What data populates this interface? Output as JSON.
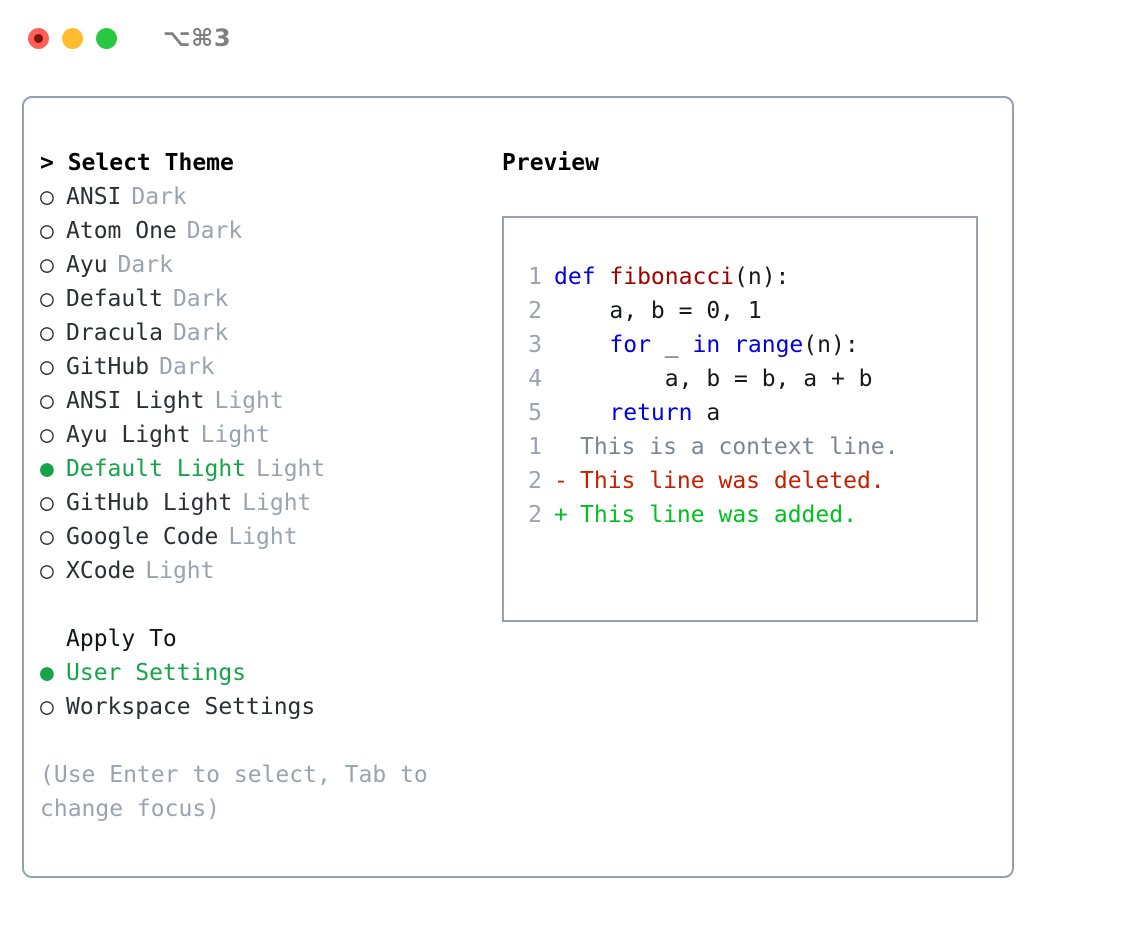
{
  "titlebar": {
    "shortcut": "⌥⌘3",
    "lights": [
      {
        "name": "close",
        "color": "#ff5f57"
      },
      {
        "name": "minimize",
        "color": "#ffbd2e"
      },
      {
        "name": "maximize",
        "color": "#28c840"
      }
    ]
  },
  "theme_picker": {
    "header": "> Select Theme",
    "marker_selected": "●",
    "marker_unselected": "○",
    "items": [
      {
        "label": "ANSI",
        "tag": "Dark",
        "selected": false
      },
      {
        "label": "Atom One",
        "tag": "Dark",
        "selected": false
      },
      {
        "label": "Ayu",
        "tag": "Dark",
        "selected": false
      },
      {
        "label": "Default",
        "tag": "Dark",
        "selected": false
      },
      {
        "label": "Dracula",
        "tag": "Dark",
        "selected": false
      },
      {
        "label": "GitHub",
        "tag": "Dark",
        "selected": false
      },
      {
        "label": "ANSI Light",
        "tag": "Light",
        "selected": false
      },
      {
        "label": "Ayu Light",
        "tag": "Light",
        "selected": false
      },
      {
        "label": "Default Light",
        "tag": "Light",
        "selected": true
      },
      {
        "label": "GitHub Light",
        "tag": "Light",
        "selected": false
      },
      {
        "label": "Google Code",
        "tag": "Light",
        "selected": false
      },
      {
        "label": "XCode",
        "tag": "Light",
        "selected": false
      }
    ]
  },
  "apply_to": {
    "header": "Apply To",
    "items": [
      {
        "label": "User Settings",
        "selected": true
      },
      {
        "label": "Workspace Settings",
        "selected": false
      }
    ]
  },
  "hint": "(Use Enter to select, Tab to change focus)",
  "preview": {
    "title": "Preview",
    "code_lines": [
      {
        "number": "1",
        "tokens": [
          {
            "text": "def ",
            "kind": "kw"
          },
          {
            "text": "fibonacci",
            "kind": "fn"
          },
          {
            "text": "(n):",
            "kind": "txt"
          }
        ]
      },
      {
        "number": "2",
        "tokens": [
          {
            "text": "    a, b = 0, 1",
            "kind": "txt"
          }
        ]
      },
      {
        "number": "3",
        "tokens": [
          {
            "text": "    ",
            "kind": "txt"
          },
          {
            "text": "for",
            "kind": "kw"
          },
          {
            "text": " _ ",
            "kind": "txt"
          },
          {
            "text": "in",
            "kind": "kw"
          },
          {
            "text": " ",
            "kind": "txt"
          },
          {
            "text": "range",
            "kind": "kw"
          },
          {
            "text": "(n):",
            "kind": "txt"
          }
        ]
      },
      {
        "number": "4",
        "tokens": [
          {
            "text": "        a, b = b, a + b",
            "kind": "txt"
          }
        ]
      },
      {
        "number": "5",
        "tokens": [
          {
            "text": "    ",
            "kind": "txt"
          },
          {
            "text": "return",
            "kind": "kw"
          },
          {
            "text": " a",
            "kind": "txt"
          }
        ]
      }
    ],
    "diff_lines": [
      {
        "number": "1",
        "sign": " ",
        "text": "This is a context line.",
        "kind": "ctx"
      },
      {
        "number": "2",
        "sign": "-",
        "text": "This line was deleted.",
        "kind": "del"
      },
      {
        "number": "2",
        "sign": "+",
        "text": "This line was added.",
        "kind": "add"
      }
    ]
  },
  "colors": {
    "accent_green": "#16a34a",
    "muted_gray": "#9aa3b0",
    "border": "#95a0b0",
    "keyword_blue": "#0000e6",
    "function_red": "#a50000",
    "diff_deleted": "#c42000",
    "diff_added": "#00c020"
  }
}
